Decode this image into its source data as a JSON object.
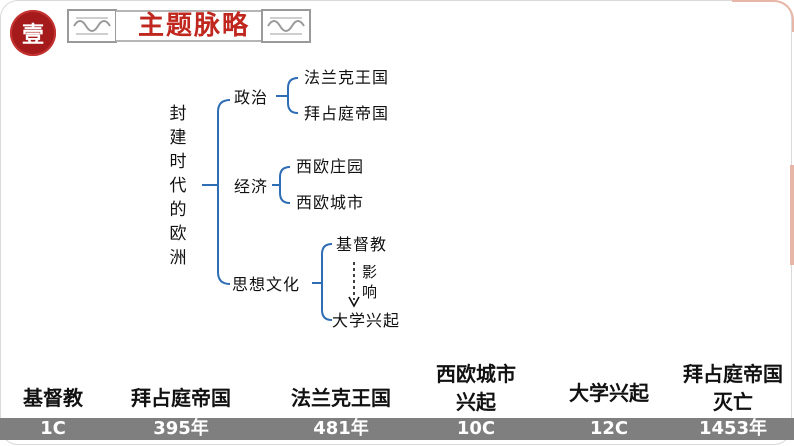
{
  "header": {
    "section_numeral": "壹",
    "title": "主题脉略"
  },
  "mindmap": {
    "root": "封建时代的欧洲",
    "branches": [
      {
        "label": "政治",
        "children": [
          "法兰克王国",
          "拜占庭帝国"
        ]
      },
      {
        "label": "经济",
        "children": [
          "西欧庄园",
          "西欧城市"
        ]
      },
      {
        "label": "思想文化",
        "children": [
          "基督教",
          "大学兴起"
        ],
        "relation": "影响"
      }
    ]
  },
  "timeline": {
    "events": [
      {
        "event": "基督教",
        "date": "1C"
      },
      {
        "event": "拜占庭帝国",
        "date": "395年"
      },
      {
        "event": "法兰克王国",
        "date": "481年"
      },
      {
        "event": "西欧城市兴起",
        "date": "10C"
      },
      {
        "event": "大学兴起",
        "date": "12C"
      },
      {
        "event": "拜占庭帝国灭亡",
        "date": "1453年"
      }
    ],
    "bar_color": "#7f7f7f"
  },
  "colors": {
    "accent_red": "#c0281f",
    "seal_red": "#a51b1b",
    "connector_blue": "#2f6db5"
  }
}
